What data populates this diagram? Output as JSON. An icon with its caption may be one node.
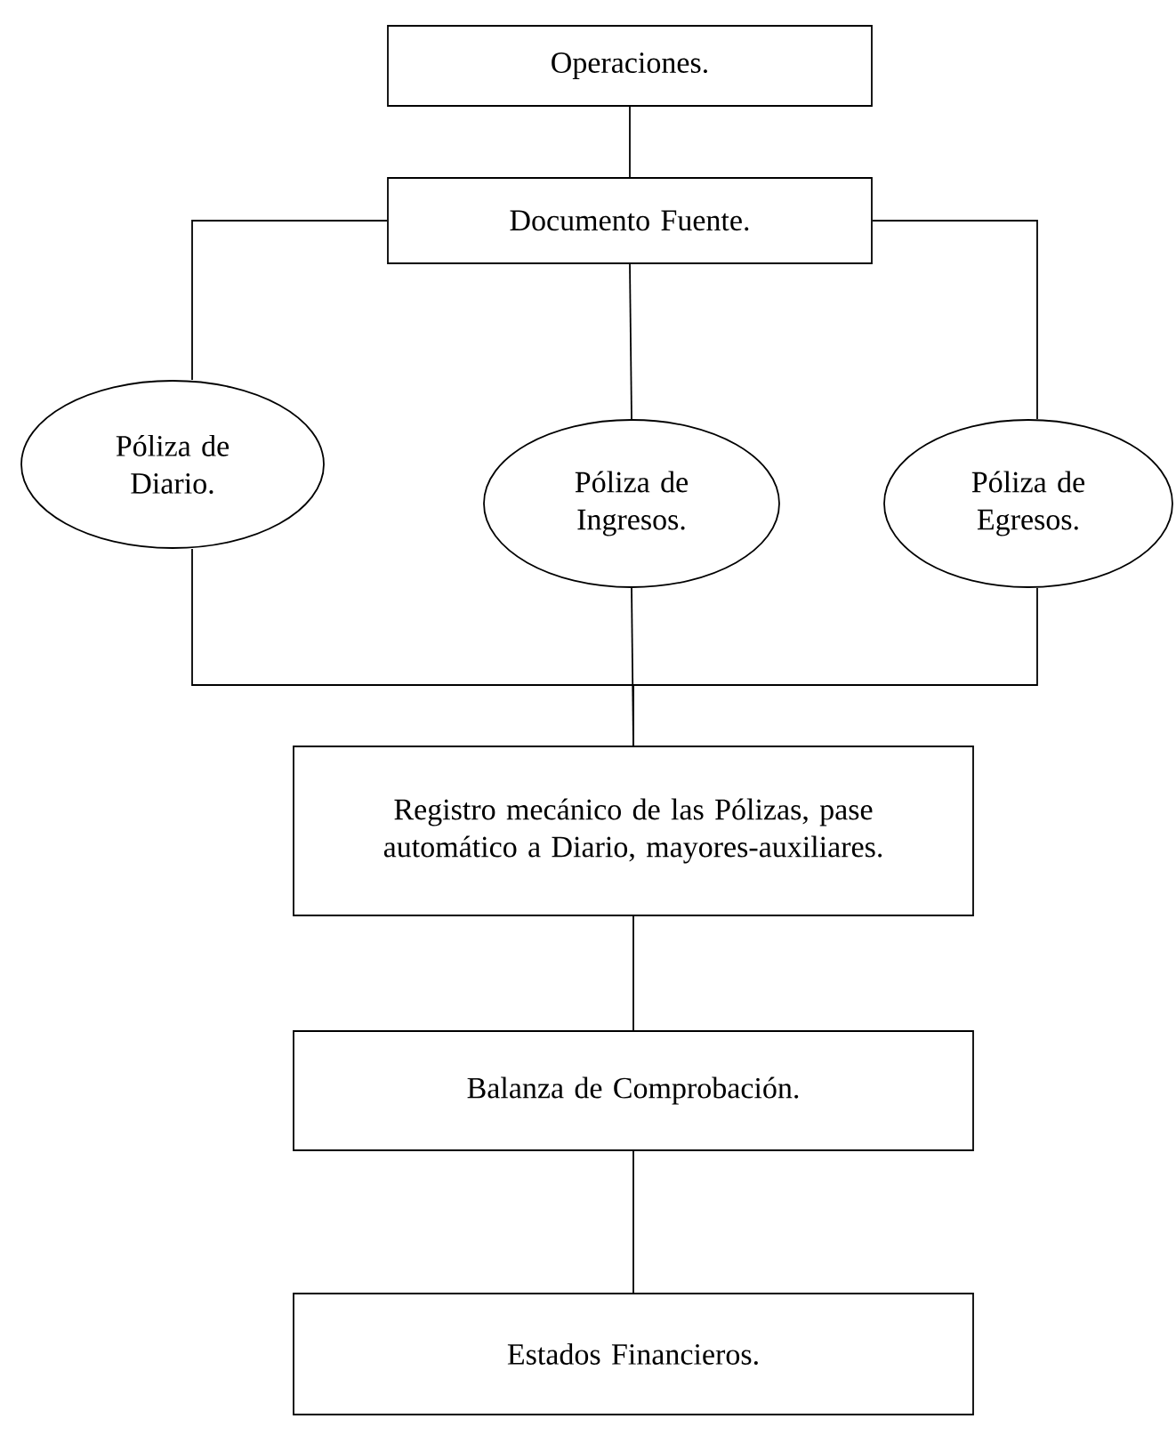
{
  "diagram": {
    "nodes": [
      {
        "text": [
          "Operaciones."
        ]
      },
      {
        "text": [
          "Documento Fuente."
        ]
      },
      {
        "text": [
          "Póliza de Diario."
        ]
      },
      {
        "text": [
          "Póliza de Ingresos."
        ]
      },
      {
        "text": [
          "Póliza de Egresos."
        ]
      },
      {
        "text": [
          "Registro mecánico de las Pólizas, pase automático a Diario, mayores-auxiliares."
        ]
      },
      {
        "text": [
          "Balanza de Comprobación."
        ]
      },
      {
        "text": [
          "Estados Financieros."
        ]
      }
    ],
    "edges": [
      {
        "from": 0,
        "to": 1,
        "arrow": "none"
      },
      {
        "from": 1,
        "to": 2,
        "arrow": "none"
      },
      {
        "from": 1,
        "to": 3,
        "arrow": "none"
      },
      {
        "from": 1,
        "to": 4,
        "arrow": "none"
      },
      {
        "from": 2,
        "to": 5,
        "arrow": "none"
      },
      {
        "from": 3,
        "to": 5,
        "arrow": "none"
      },
      {
        "from": 4,
        "to": 5,
        "arrow": "none"
      },
      {
        "from": 5,
        "to": 6,
        "arrow": "none"
      },
      {
        "from": 6,
        "to": 7,
        "arrow": "none"
      }
    ]
  }
}
